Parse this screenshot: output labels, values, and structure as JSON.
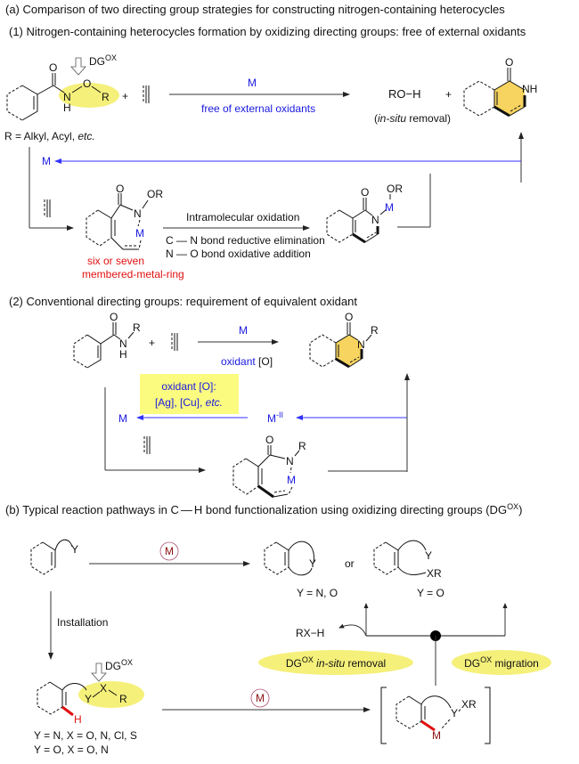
{
  "part_a": {
    "title": "(a)  Comparison of two directing group strategies for constructing nitrogen-containing heterocycles",
    "sub1": {
      "title": "(1) Nitrogen-containing heterocycles formation by oxidizing directing groups: free of external oxidants",
      "dg_label": "DG",
      "dg_sup": "OX",
      "r_definition_prefix": "R = Alkyl, Acyl, ",
      "r_definition_italic": "etc.",
      "reagent_above": "M",
      "reagent_below": "free of external oxidants",
      "byproduct": "RO−H",
      "byproduct_note_italic": "in-situ",
      "byproduct_note_rest": " removal)",
      "plus": "+",
      "catalyst_return": "M",
      "intermediate_caption_line1": "six or seven",
      "intermediate_caption_line2": "membered-metal-ring",
      "step_above": "Intramolecular oxidation",
      "step_below_1": "C — N bond reductive elimination",
      "step_below_2": "N — O bond oxidative addition",
      "atoms": {
        "O": "O",
        "N": "N",
        "H": "H",
        "R": "R",
        "NH": "NH",
        "OR": "OR",
        "M": "M"
      }
    },
    "sub2": {
      "title": "(2) Conventional directing groups: requirement of equivalent oxidant",
      "reagent_above": "M",
      "reagent_below_blue": "oxidant ",
      "reagent_below_black": "[O]",
      "oxidant_box_line1": "oxidant [O]:",
      "oxidant_box_line2_prefix": "[Ag], [Cu], ",
      "oxidant_box_line2_italic": "etc.",
      "catalyst_regenerated": "M",
      "catalyst_reduced": "M",
      "catalyst_reduced_sup": "-II"
    }
  },
  "part_b": {
    "title_prefix": "(b)  Typical reaction pathways in C",
    "title_bond": "—",
    "title_mid": "H bond  functionalization using oxidizing directing groups (DG",
    "title_sup": "OX",
    "title_end": ")",
    "catalyst_symbol": "M",
    "or_label": "or",
    "y_label": "Y",
    "xr_label": "XR",
    "product1_condition": "Y = N, O",
    "product2_condition": "Y = O",
    "byproduct": "RX−H",
    "installation_label": "Installation",
    "dg_label": "DG",
    "dg_sup": "OX",
    "substrate_definition_1": "Y = N, X = O, N, Cl, S",
    "substrate_definition_2": "Y = O, X = O, N",
    "pathway_left_prefix": "DG",
    "pathway_left_sup": "OX",
    "pathway_left_italic": " in-situ",
    "pathway_left_rest": " removal",
    "pathway_right_prefix": "DG",
    "pathway_right_sup": "OX",
    "pathway_right_rest": " migration",
    "atoms": {
      "H": "H",
      "M": "M",
      "X": "X",
      "R": "R",
      "Y": "Y"
    }
  },
  "colors": {
    "highlight_yellow": "#f5f07a",
    "product_ring_fill": "#f7d45f",
    "reagent_blue": "#1a1adf",
    "metal_red": "#e01010",
    "catalyst_dark_red": "#8b1010",
    "catalyst_circle": "#b05070",
    "oxidant_box": "#fbfb80",
    "return_arrow_blue": "#3333ff"
  }
}
